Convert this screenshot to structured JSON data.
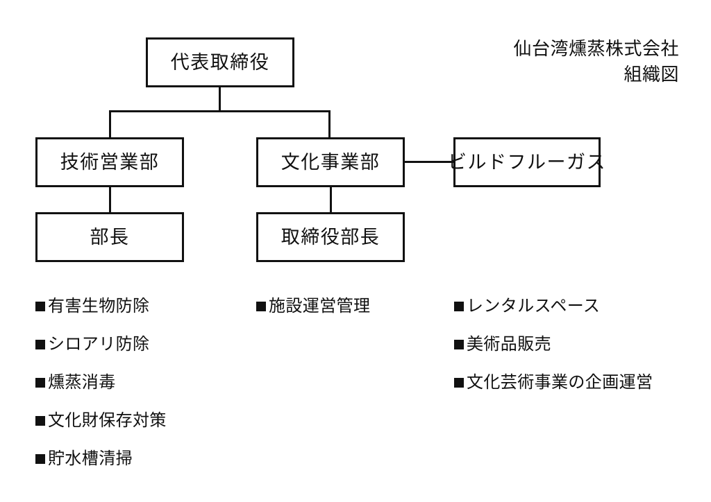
{
  "document": {
    "title_lines": [
      "仙台湾燻蒸株式会社",
      "組織図"
    ],
    "colors": {
      "ink": "#101010",
      "line": "#111111",
      "background": "#ffffff"
    }
  },
  "org_chart": {
    "type": "hierarchy",
    "nodes": [
      {
        "id": "ceo",
        "label": "代表取締役",
        "level": 0,
        "column": "center"
      },
      {
        "id": "tech_sales",
        "label": "技術営業部",
        "level": 1,
        "column": "left"
      },
      {
        "id": "culture",
        "label": "文化事業部",
        "level": 1,
        "column": "middle"
      },
      {
        "id": "build_fullgas",
        "label": "ビルドフルーガス",
        "level": 1,
        "column": "right"
      },
      {
        "id": "buchou",
        "label": "部長",
        "level": 2,
        "column": "left"
      },
      {
        "id": "director_bucho",
        "label": "取締役部長",
        "level": 2,
        "column": "middle"
      }
    ],
    "edges": [
      {
        "from": "ceo",
        "to": "tech_sales",
        "style": "elbow"
      },
      {
        "from": "ceo",
        "to": "culture",
        "style": "elbow"
      },
      {
        "from": "tech_sales",
        "to": "buchou",
        "style": "vertical"
      },
      {
        "from": "culture",
        "to": "director_bucho",
        "style": "vertical"
      },
      {
        "from": "culture",
        "to": "build_fullgas",
        "style": "horizontal"
      }
    ]
  },
  "service_columns": [
    {
      "id": "tech_sales_services",
      "parent": "tech_sales",
      "items": [
        "有害生物防除",
        "シロアリ防除",
        "燻蒸消毒",
        "文化財保存対策",
        "貯水槽清掃"
      ]
    },
    {
      "id": "culture_services",
      "parent": "culture",
      "items": [
        "施設運営管理"
      ]
    },
    {
      "id": "build_fullgas_services",
      "parent": "build_fullgas",
      "items": [
        "レンタルスペース",
        "美術品販売",
        "文化芸術事業の企画運営"
      ]
    }
  ]
}
